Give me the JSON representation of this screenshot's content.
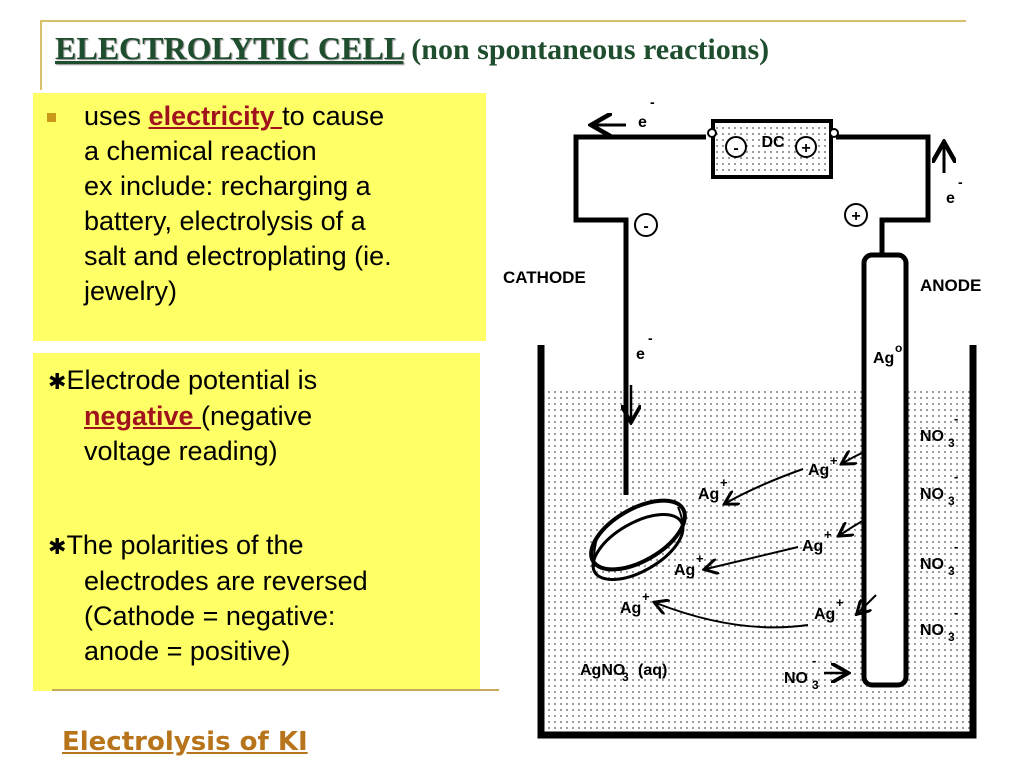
{
  "title": {
    "main": "ELECTROLYTIC CELL",
    "sub": "(non spontaneous reactions)"
  },
  "box1": {
    "line1_pre": "uses ",
    "keyword": "electricity ",
    "line1_post": "to cause",
    "lines": [
      "a chemical reaction",
      "ex include: recharging a",
      "battery, electrolysis of a",
      "salt and electroplating (ie.",
      "jewelry)"
    ]
  },
  "box2": {
    "p1_pre": "Electrode potential is",
    "p1_keyword": "negative ",
    "p1_post": "(negative",
    "p1_line3": "voltage reading)",
    "p2_lines": [
      "The polarities of the",
      "electrodes are reversed",
      "(Cathode = negative:",
      "anode = positive)"
    ]
  },
  "link": "Electrolysis of KI",
  "diagram": {
    "source": "DC",
    "cathode": "CATHODE",
    "anode": "ANODE",
    "electron": "e",
    "minus": "-",
    "plus": "+",
    "ag0": "Ag",
    "ag0_sup": "o",
    "ag_ion": "Ag",
    "ion_plus": "+",
    "no3": "NO",
    "no3_sub": "3",
    "no3_sup": "-",
    "solution": "AgNO",
    "solution_sub": "3",
    "solution_state": "(aq)"
  },
  "colors": {
    "box": "#ffff66",
    "keyword": "#a0131d",
    "title": "#1f4e2e",
    "link": "#b8741a"
  }
}
